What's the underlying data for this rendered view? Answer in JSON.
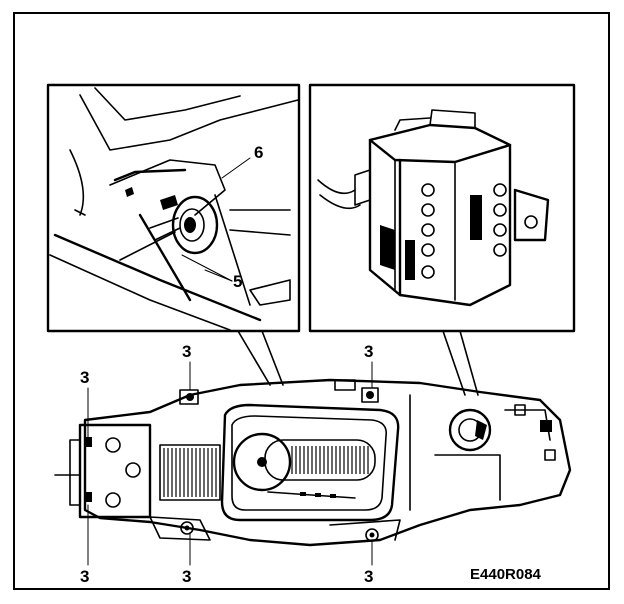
{
  "figure": {
    "callouts": {
      "bolt_top_left": "3",
      "bolt_top_mid": "3",
      "bolt_left_top": "3",
      "bolt_left_bottom": "3",
      "bolt_bottom_mid": "3",
      "bolt_bottom_right": "3",
      "part_5": "5",
      "part_6": "6"
    },
    "reference_code": "E440R084"
  }
}
